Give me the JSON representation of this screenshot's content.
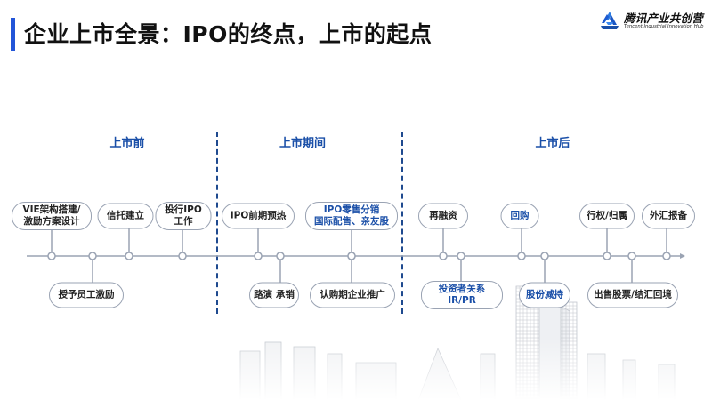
{
  "header": {
    "title": "企业上市全景：IPO的终点，上市的起点",
    "accent_color": "#2255d8"
  },
  "logo": {
    "name_cn": "腾讯产业共创营",
    "name_en": "Tencent Industrial Innovation Hub",
    "icon": "tencent-hub-logo-icon"
  },
  "phases": [
    {
      "label": "上市前"
    },
    {
      "label": "上市期间"
    },
    {
      "label": "上市后"
    }
  ],
  "timeline": {
    "line_color": "#9aa3b3",
    "text_color": "#222222",
    "highlight_color": "#1a4fa8",
    "events": [
      {
        "lines": [
          "VIE架构搭建/",
          "激励方案设计"
        ],
        "position": "above",
        "phase": "上市前",
        "highlight": false
      },
      {
        "lines": [
          "授予员工激励"
        ],
        "position": "below",
        "phase": "上市前",
        "highlight": false
      },
      {
        "lines": [
          "信托建立"
        ],
        "position": "above",
        "phase": "上市前",
        "highlight": false
      },
      {
        "lines": [
          "投行IPO",
          "工作"
        ],
        "position": "above",
        "phase": "上市前",
        "highlight": false
      },
      {
        "lines": [
          "IPO前期预热"
        ],
        "position": "above",
        "phase": "上市期间",
        "highlight": false
      },
      {
        "lines": [
          "路演 承销"
        ],
        "position": "below",
        "phase": "上市期间",
        "highlight": false
      },
      {
        "lines": [
          "IPO零售分销",
          "国际配售、亲友股"
        ],
        "position": "above",
        "phase": "上市期间",
        "highlight": true
      },
      {
        "lines": [
          "认购期企业推广"
        ],
        "position": "below",
        "phase": "上市期间",
        "highlight": false
      },
      {
        "lines": [
          "再融资"
        ],
        "position": "above",
        "phase": "上市后",
        "highlight": false
      },
      {
        "lines": [
          "投资者关系",
          "IR/PR"
        ],
        "position": "below",
        "phase": "上市后",
        "highlight": true
      },
      {
        "lines": [
          "回购"
        ],
        "position": "above",
        "phase": "上市后",
        "highlight": true
      },
      {
        "lines": [
          "股份减持"
        ],
        "position": "below",
        "phase": "上市后",
        "highlight": true
      },
      {
        "lines": [
          "行权/归属"
        ],
        "position": "above",
        "phase": "上市后",
        "highlight": false
      },
      {
        "lines": [
          "出售股票/结汇回境"
        ],
        "position": "below",
        "phase": "上市后",
        "highlight": false
      },
      {
        "lines": [
          "外汇报备"
        ],
        "position": "above",
        "phase": "上市后",
        "highlight": false
      }
    ]
  }
}
